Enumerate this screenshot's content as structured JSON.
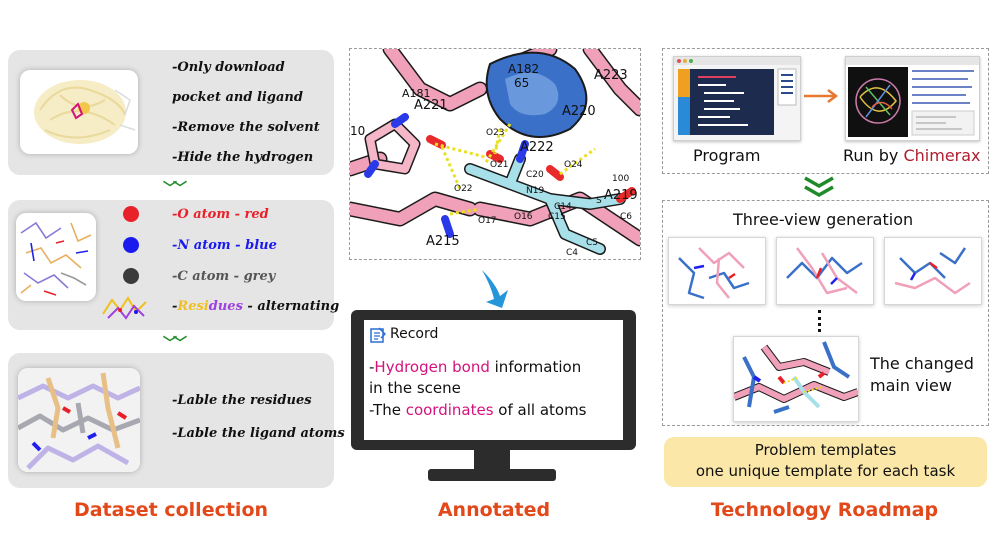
{
  "columns": {
    "dataset": {
      "title": "Dataset collection",
      "step1": [
        "-Only download",
        "pocket and ligand",
        "-Remove the solvent",
        "-Hide the hydrogen"
      ],
      "step2": {
        "o": "-O atom - red",
        "n": "-N atom - blue",
        "c": "-C atom - grey",
        "res_prefix": "-",
        "res_a": "Resi",
        "res_b": "dues",
        "res_suffix": " - alternating"
      },
      "step3": [
        "-Lable the residues",
        "-Lable the ligand atoms"
      ]
    },
    "annotated": {
      "title": "Annotated",
      "record_label": "Record",
      "line1_prefix": "-",
      "line1_highlight": "Hydrogen bond",
      "line1_rest": " information",
      "line2": "in the scene",
      "line3_prefix": "-The ",
      "line3_highlight": "coordinates",
      "line3_rest": " of all atoms",
      "molecule_labels": [
        "A182",
        "65",
        "A223",
        "A181",
        "A221",
        "10",
        "O23",
        "A222",
        "A220",
        "O21",
        "C20",
        "O24",
        "O22",
        "N19",
        "C14",
        "C15",
        "O16",
        "O17",
        "A219",
        "A215",
        "C6",
        "C4",
        "S",
        "C5",
        "100"
      ]
    },
    "roadmap": {
      "title": "Technology Roadmap",
      "program_label": "Program",
      "run_label": "Run by ",
      "run_highlight": "Chimerax",
      "three_view": "Three-view generation",
      "changed_view": [
        "The changed",
        "main view"
      ],
      "templates_title": "Problem templates",
      "templates_sub": "one unique template for each task"
    }
  },
  "colors": {
    "title_orange": "#e2481a",
    "highlight_magenta": "#d3137c",
    "chimerax_red": "#b01e2d",
    "chevron_green": "#1e8a2a",
    "o_atom": "#e8202a",
    "n_atom": "#1a1aee",
    "c_atom": "#3b3b3b",
    "residue_yellow": "#f0c020",
    "residue_purple": "#a040e0"
  }
}
